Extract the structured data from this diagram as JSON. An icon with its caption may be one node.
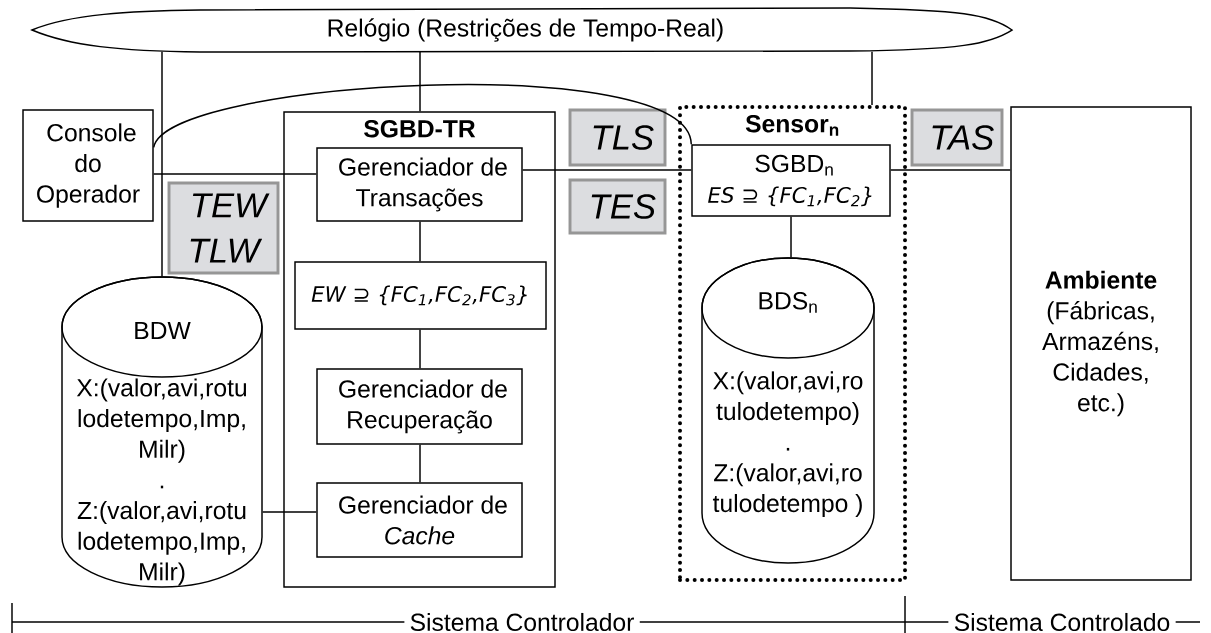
{
  "diagram": {
    "nodes": [
      {
        "text": [
          "Relógio (Restrições de Tempo-Real)"
        ]
      },
      {
        "text": [
          "Console do Operador"
        ]
      },
      {
        "text": [
          "SGBD-TR"
        ]
      },
      {
        "text": [
          "Gerenciador de Transações"
        ],
        "in": 2
      },
      {
        "text": [
          "EW ⊇ {FC$_{1}$,FC$_{2}$,FC$_{3}$}"
        ],
        "in": 2
      },
      {
        "text": [
          "Gerenciador de Recuperação"
        ],
        "in": 2
      },
      {
        "text": [
          "Gerenciador de *Cache*"
        ],
        "in": 2
      },
      {
        "text": [
          "TEW TLW"
        ]
      },
      {
        "text": [
          "BDW",
          "X:(valor,avi,rotu lodetempo,Imp, Milr)",
          ".",
          "Z:(valor,avi,rotu lodetempo,Imp, Milr)"
        ]
      },
      {
        "text": [
          "TLS"
        ]
      },
      {
        "text": [
          "TES"
        ]
      },
      {
        "text": [
          "Sensor$_{n}$"
        ]
      },
      {
        "text": [
          "SGBD$_{n}$",
          "ES ⊇ {FC$_{1}$,FC$_{2}$}"
        ],
        "in": 11
      },
      {
        "text": [
          "BDS$_{n}$",
          "X:(valor,avi,ro tulodetempo)",
          ".",
          "Z:(valor,avi,ro tulodetempo )"
        ],
        "in": 11
      },
      {
        "text": [
          "TAS"
        ]
      },
      {
        "text": [
          "Ambiente",
          "(Fábricas, Armazéns, Cidades, etc.)"
        ]
      }
    ],
    "edges": [
      {
        "from": 0,
        "to": 8,
        "arrow": "none"
      },
      {
        "from": 0,
        "to": 2,
        "arrow": "none"
      },
      {
        "from": 0,
        "to": 11,
        "arrow": "none"
      },
      {
        "from": 1,
        "to": 12,
        "arrow": "none"
      },
      {
        "from": 1,
        "to": 3,
        "arrow": "none"
      },
      {
        "from": 3,
        "to": 12,
        "arrow": "none"
      },
      {
        "from": 12,
        "to": 15,
        "arrow": "none"
      },
      {
        "from": 3,
        "to": 4,
        "arrow": "none"
      },
      {
        "from": 4,
        "to": 5,
        "arrow": "none"
      },
      {
        "from": 5,
        "to": 6,
        "arrow": "none"
      },
      {
        "from": 8,
        "to": 6,
        "arrow": "none"
      },
      {
        "from": 12,
        "to": 13,
        "arrow": "none"
      }
    ],
    "labels": [
      "Sistema Controlador",
      "Sistema Controlado"
    ]
  }
}
